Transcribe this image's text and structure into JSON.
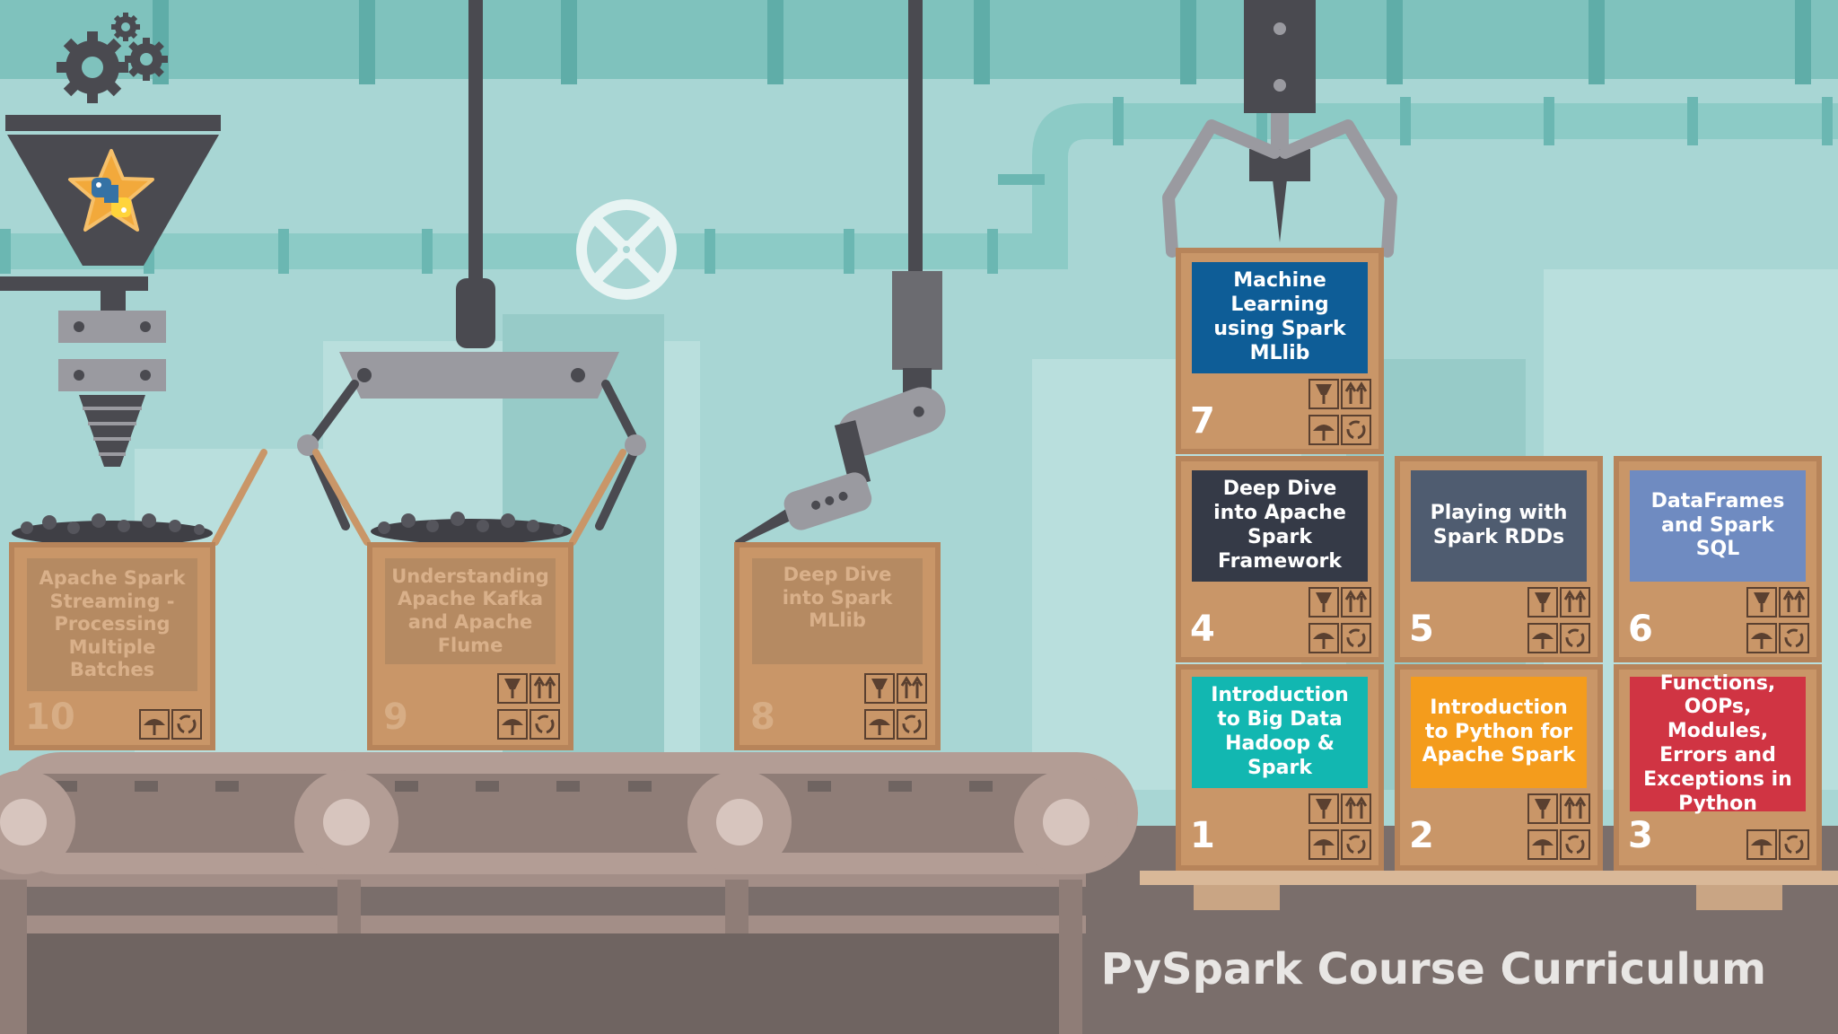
{
  "scene": {
    "title": "PySpark Course Curriculum",
    "logo": "python-star-icon",
    "colors": {
      "wall": "#a8d6d4",
      "pipe": "#7fc2bd",
      "conveyor": "#a38e87",
      "floor": "#7a6e6b",
      "box": "#c99668",
      "box_edge": "#b7845a"
    },
    "boxes": [
      {
        "id": "10",
        "number": "10",
        "label": "Apache Spark Streaming - Processing Multiple Batches",
        "color": "#b58a62"
      },
      {
        "id": "9",
        "number": "9",
        "label": "Understanding Apache Kafka and Apache Flume",
        "color": "#b58a62"
      },
      {
        "id": "8",
        "number": "8",
        "label": "Deep Dive into Spark MLlib",
        "color": "#b58a62"
      },
      {
        "id": "7",
        "number": "7",
        "label": "Machine Learning using Spark MLlib",
        "color": "#0e5d97"
      },
      {
        "id": "4",
        "number": "4",
        "label": "Deep Dive into Apache Spark Framework",
        "color": "#353a47"
      },
      {
        "id": "5",
        "number": "5",
        "label": "Playing with Spark RDDs",
        "color": "#4f5c70"
      },
      {
        "id": "6",
        "number": "6",
        "label": "DataFrames and Spark SQL",
        "color": "#6f8bc1"
      },
      {
        "id": "1",
        "number": "1",
        "label": "Introduction to Big Data Hadoop & Spark",
        "color": "#12b7b1"
      },
      {
        "id": "2",
        "number": "2",
        "label": "Introduction to Python for Apache Spark",
        "color": "#f49c1c"
      },
      {
        "id": "3",
        "number": "3",
        "label": "Functions, OOPs, Modules, Errors and Exceptions in Python",
        "color": "#d03443"
      }
    ],
    "box_icons": [
      "fragile-glass-icon",
      "this-side-up-icon",
      "keep-dry-umbrella-icon",
      "recycle-icon"
    ]
  }
}
